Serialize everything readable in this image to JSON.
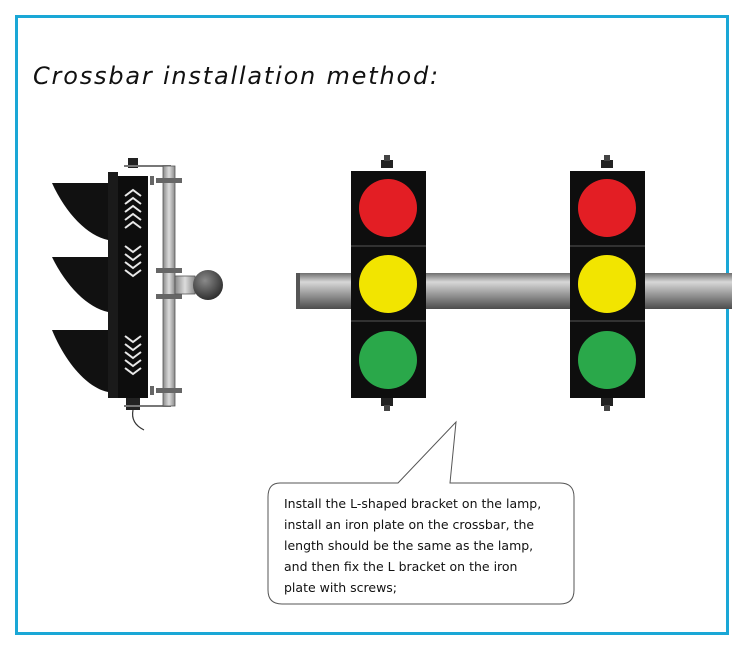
{
  "title": "Crossbar installation method:",
  "callout": {
    "lines": [
      "Install the L-shaped bracket on the lamp,",
      "install an iron plate on the crossbar, the",
      "length should be the same as the lamp,",
      "and then fix the L bracket on the iron",
      "plate with screws;"
    ]
  },
  "colors": {
    "frame": "#1aa7d6",
    "red_lamp": "#e31e24",
    "yellow_lamp": "#f2e500",
    "green_lamp": "#2aa84a",
    "housing": "#111111",
    "crossbar": "#9a9a9a"
  },
  "icons": [
    "chevron-up-icon",
    "chevron-down-icon"
  ]
}
